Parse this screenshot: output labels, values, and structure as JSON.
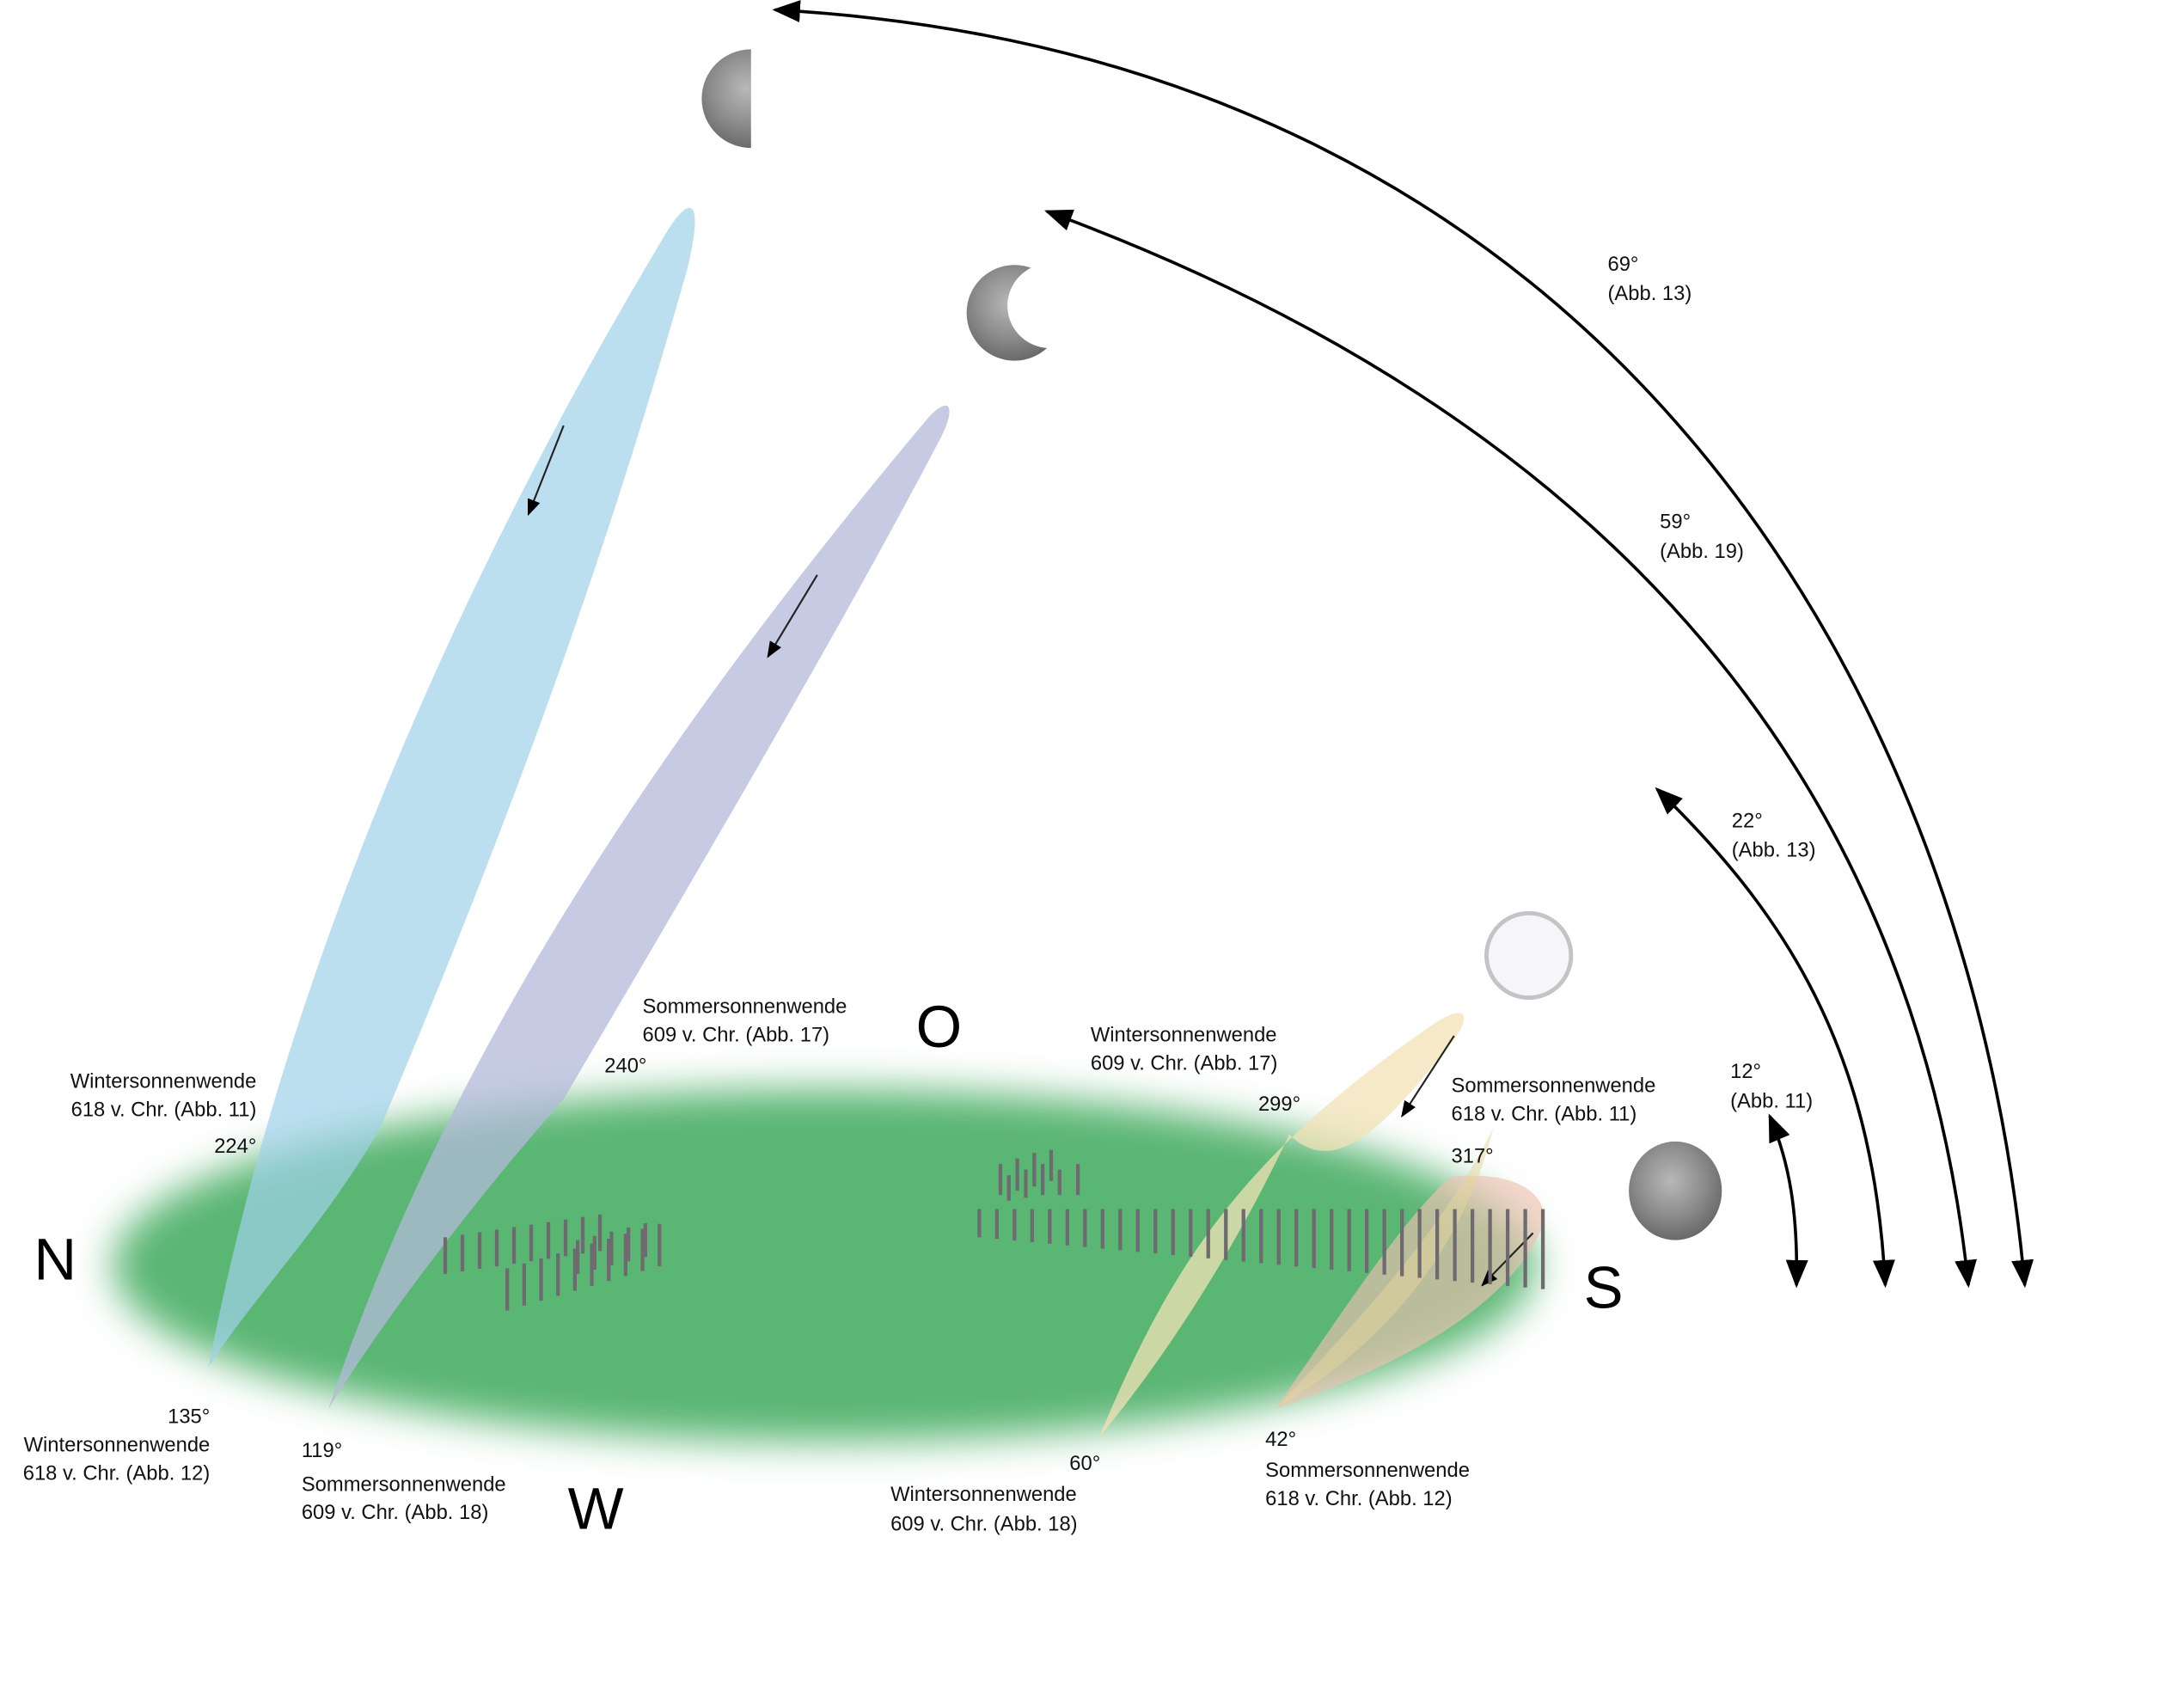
{
  "directions": {
    "north": "N",
    "east": "O",
    "south": "S",
    "west": "W"
  },
  "beam_labels": [
    {
      "id": "blue-top",
      "angle": "224°",
      "line1": "Wintersonnenwende",
      "line2": "618 v. Chr. (Abb. 11)"
    },
    {
      "id": "blue-bottom",
      "angle": "135°",
      "line1": "Wintersonnenwende",
      "line2": "618 v. Chr. (Abb. 12)"
    },
    {
      "id": "purple-top",
      "angle": "240°",
      "line1": "Sommersonnenwende",
      "line2": "609 v. Chr. (Abb. 17)"
    },
    {
      "id": "purple-bottom",
      "angle": "119°",
      "line1": "Sommersonnenwende",
      "line2": "609 v. Chr. (Abb. 18)"
    },
    {
      "id": "yellow-top",
      "angle": "299°",
      "line1": "Wintersonnenwende",
      "line2": "609 v. Chr. (Abb. 17)"
    },
    {
      "id": "yellow-bottom",
      "angle": "60°",
      "line1": "Wintersonnenwende",
      "line2": "609 v. Chr. (Abb. 18)"
    },
    {
      "id": "pink-top",
      "angle": "317°",
      "line1": "Sommersonnenwende",
      "line2": "618 v. Chr. (Abb. 11)"
    },
    {
      "id": "pink-bottom",
      "angle": "42°",
      "line1": "Sommersonnenwende",
      "line2": "618 v. Chr. (Abb. 12)"
    }
  ],
  "arc_labels": [
    {
      "angle": "69°",
      "ref": "(Abb. 13)"
    },
    {
      "angle": "59°",
      "ref": "(Abb. 19)"
    },
    {
      "angle": "22°",
      "ref": "(Abb. 13)"
    },
    {
      "angle": "12°",
      "ref": "(Abb. 11)"
    }
  ],
  "colors": {
    "ground": "#5ab673",
    "beam_blue": "#bcdfef",
    "beam_purple": "#c6cbe2",
    "beam_yellow": "#f4e7c4",
    "beam_pink": "#efcfc0",
    "ticks": "#6e6a70"
  }
}
